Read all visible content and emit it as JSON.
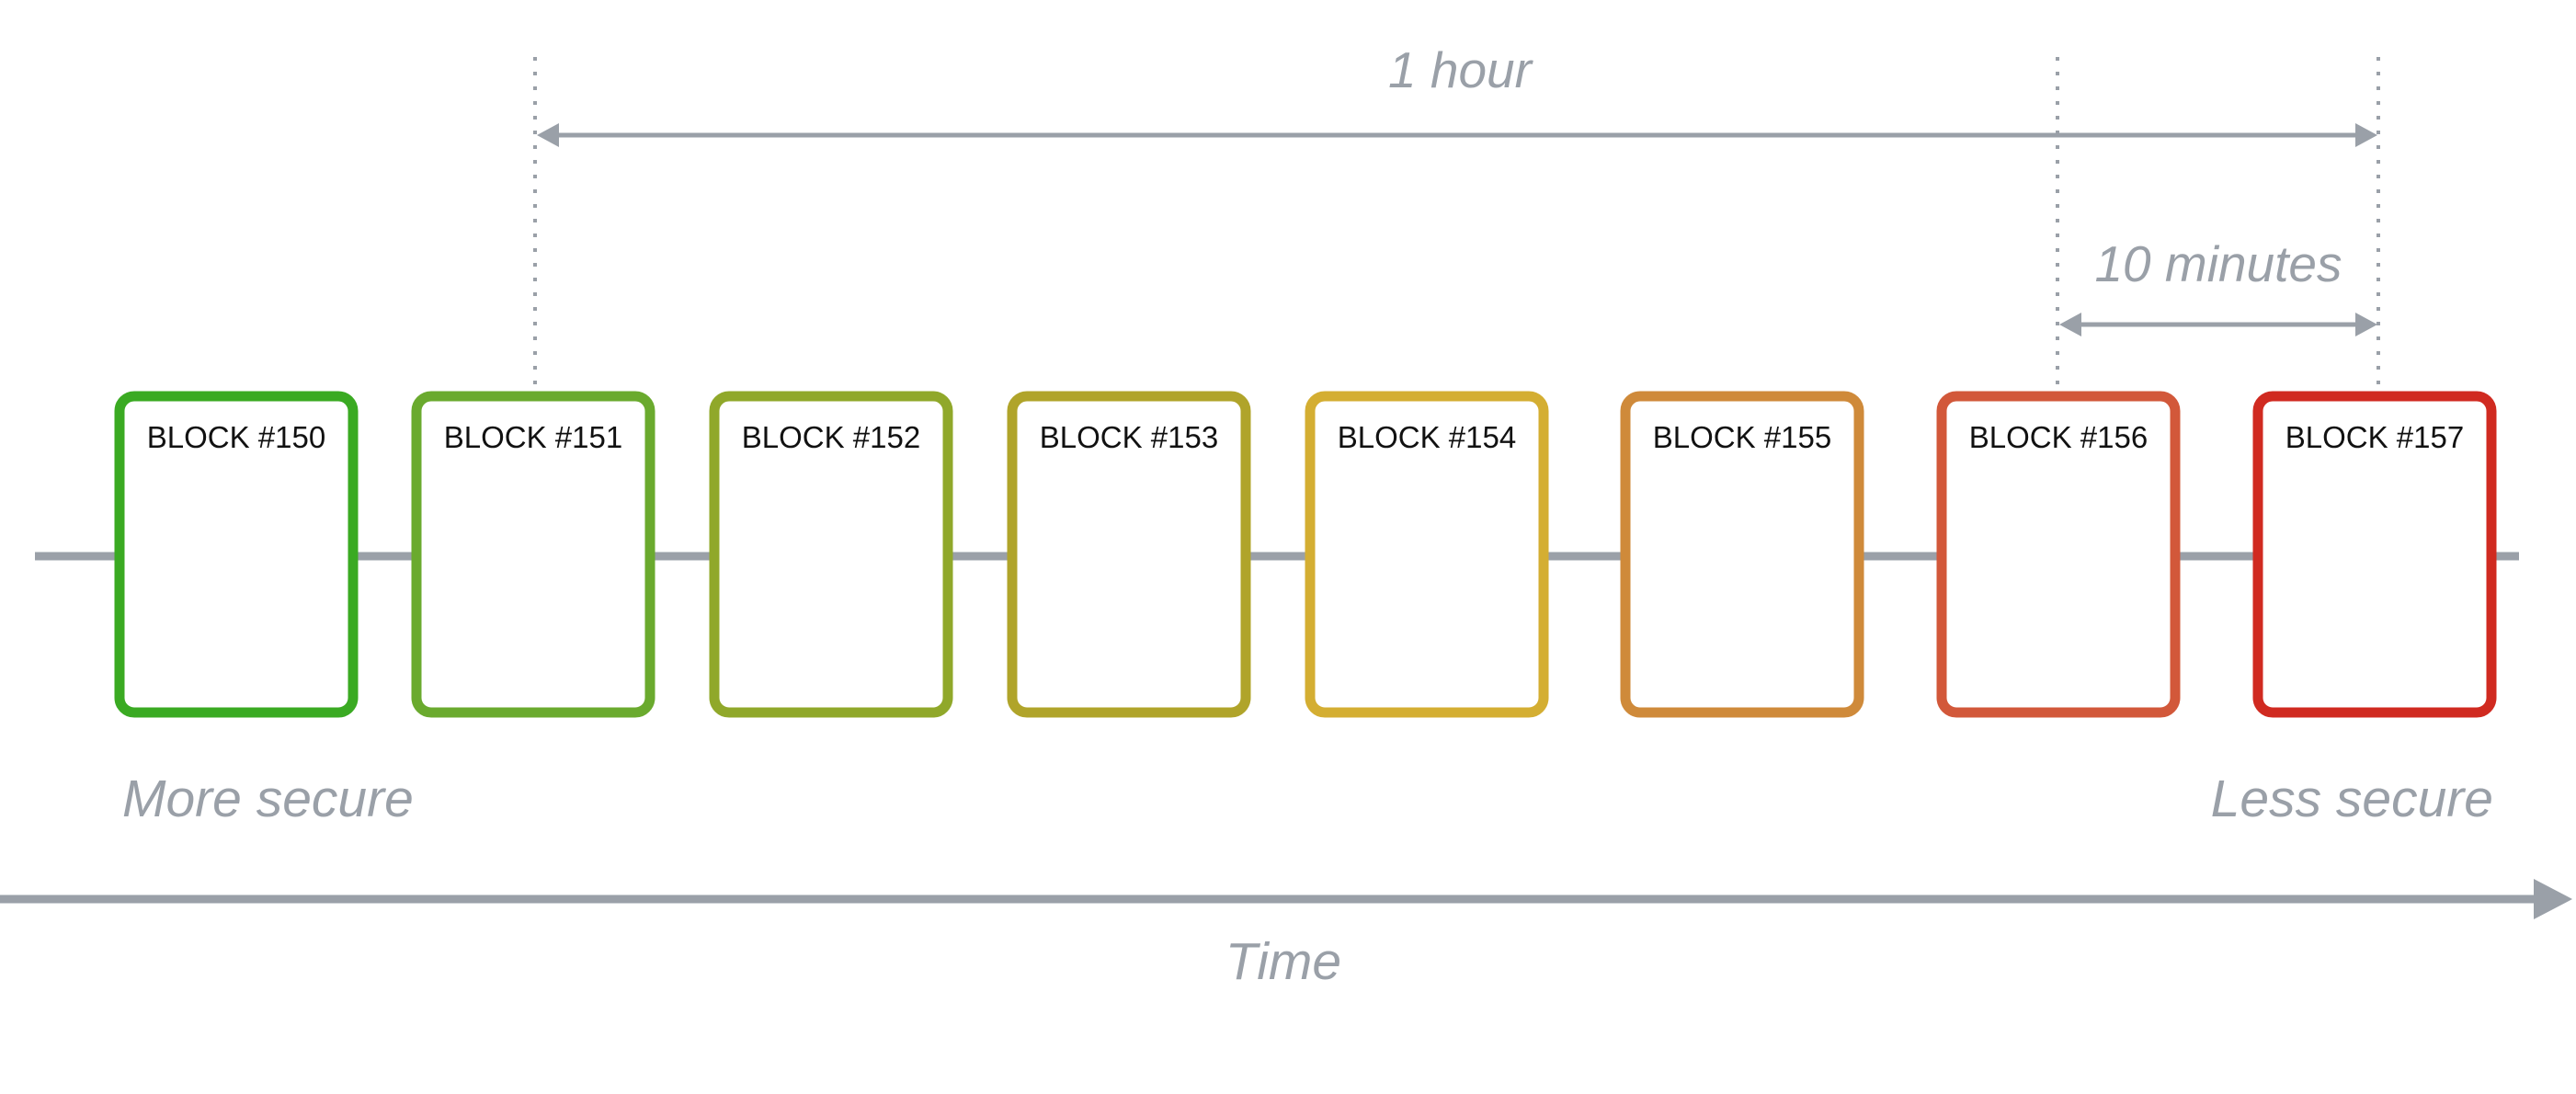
{
  "blocks": [
    {
      "label": "BLOCK #150",
      "color": "#3aaa22"
    },
    {
      "label": "BLOCK #151",
      "color": "#6aaa2e"
    },
    {
      "label": "BLOCK #152",
      "color": "#90a82a"
    },
    {
      "label": "BLOCK #153",
      "color": "#b0a42a"
    },
    {
      "label": "BLOCK #154",
      "color": "#d4ae32"
    },
    {
      "label": "BLOCK #155",
      "color": "#cf8a3a"
    },
    {
      "label": "BLOCK #156",
      "color": "#d2583a"
    },
    {
      "label": "BLOCK #157",
      "color": "#d02a20"
    }
  ],
  "annotations": {
    "one_hour": "1 hour",
    "ten_minutes": "10 minutes",
    "more_secure": "More secure",
    "less_secure": "Less secure",
    "time": "Time"
  },
  "colors": {
    "line": "#9aa0a8",
    "text_gray": "#9aa0a8"
  }
}
